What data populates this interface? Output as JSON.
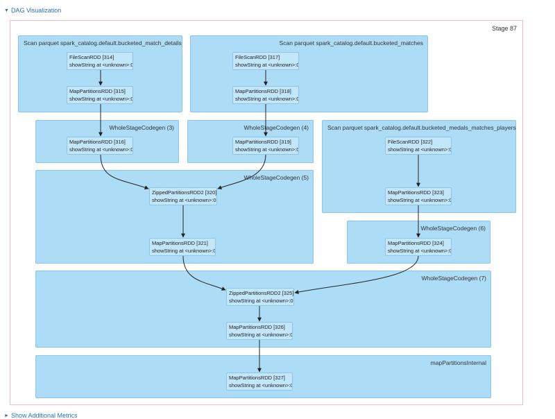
{
  "header": {
    "dag_toggle_label": "DAG Visualization",
    "metrics_toggle_label": "Show Additional Metrics"
  },
  "stage": {
    "label": "Stage 87"
  },
  "clusters": {
    "scan_match_details": "Scan parquet spark_catalog.default.bucketed_match_details",
    "scan_matches": "Scan parquet spark_catalog.default.bucketed_matches",
    "wsc3": "WholeStageCodegen (3)",
    "wsc4": "WholeStageCodegen (4)",
    "scan_medals": "Scan parquet spark_catalog.default.bucketed_medals_matches_players",
    "wsc5": "WholeStageCodegen (5)",
    "wsc6": "WholeStageCodegen (6)",
    "wsc7": "WholeStageCodegen (7)",
    "map_internal": "mapPartitionsInternal"
  },
  "nodes": {
    "n314": {
      "name": "FileScanRDD [314]",
      "callsite": "showString at <unknown>:0"
    },
    "n315": {
      "name": "MapPartitionsRDD [315]",
      "callsite": "showString at <unknown>:0"
    },
    "n317": {
      "name": "FileScanRDD [317]",
      "callsite": "showString at <unknown>:0"
    },
    "n318": {
      "name": "MapPartitionsRDD [318]",
      "callsite": "showString at <unknown>:0"
    },
    "n316": {
      "name": "MapPartitionsRDD [316]",
      "callsite": "showString at <unknown>:0"
    },
    "n319": {
      "name": "MapPartitionsRDD [319]",
      "callsite": "showString at <unknown>:0"
    },
    "n322": {
      "name": "FileScanRDD [322]",
      "callsite": "showString at <unknown>:0"
    },
    "n323": {
      "name": "MapPartitionsRDD [323]",
      "callsite": "showString at <unknown>:0"
    },
    "n320": {
      "name": "ZippedPartitionsRDD2 [320]",
      "callsite": "showString at <unknown>:0"
    },
    "n321": {
      "name": "MapPartitionsRDD [321]",
      "callsite": "showString at <unknown>:0"
    },
    "n324": {
      "name": "MapPartitionsRDD [324]",
      "callsite": "showString at <unknown>:0"
    },
    "n325": {
      "name": "ZippedPartitionsRDD2 [325]",
      "callsite": "showString at <unknown>:0"
    },
    "n326": {
      "name": "MapPartitionsRDD [326]",
      "callsite": "showString at <unknown>:0"
    },
    "n327": {
      "name": "MapPartitionsRDD [327]",
      "callsite": "showString at <unknown>:0"
    }
  },
  "colors": {
    "cluster_fill": "#addcf7",
    "node_fill": "#c2e6fa",
    "stage_border": "#f2bcc4",
    "link": "#2a6fb5",
    "edge": "#222222"
  },
  "edges": [
    [
      "n314",
      "n315"
    ],
    [
      "n315",
      "n316"
    ],
    [
      "n317",
      "n318"
    ],
    [
      "n318",
      "n319"
    ],
    [
      "n316",
      "n320"
    ],
    [
      "n319",
      "n320"
    ],
    [
      "n320",
      "n321"
    ],
    [
      "n322",
      "n323"
    ],
    [
      "n323",
      "n324"
    ],
    [
      "n321",
      "n325"
    ],
    [
      "n324",
      "n325"
    ],
    [
      "n325",
      "n326"
    ],
    [
      "n326",
      "n327"
    ]
  ]
}
